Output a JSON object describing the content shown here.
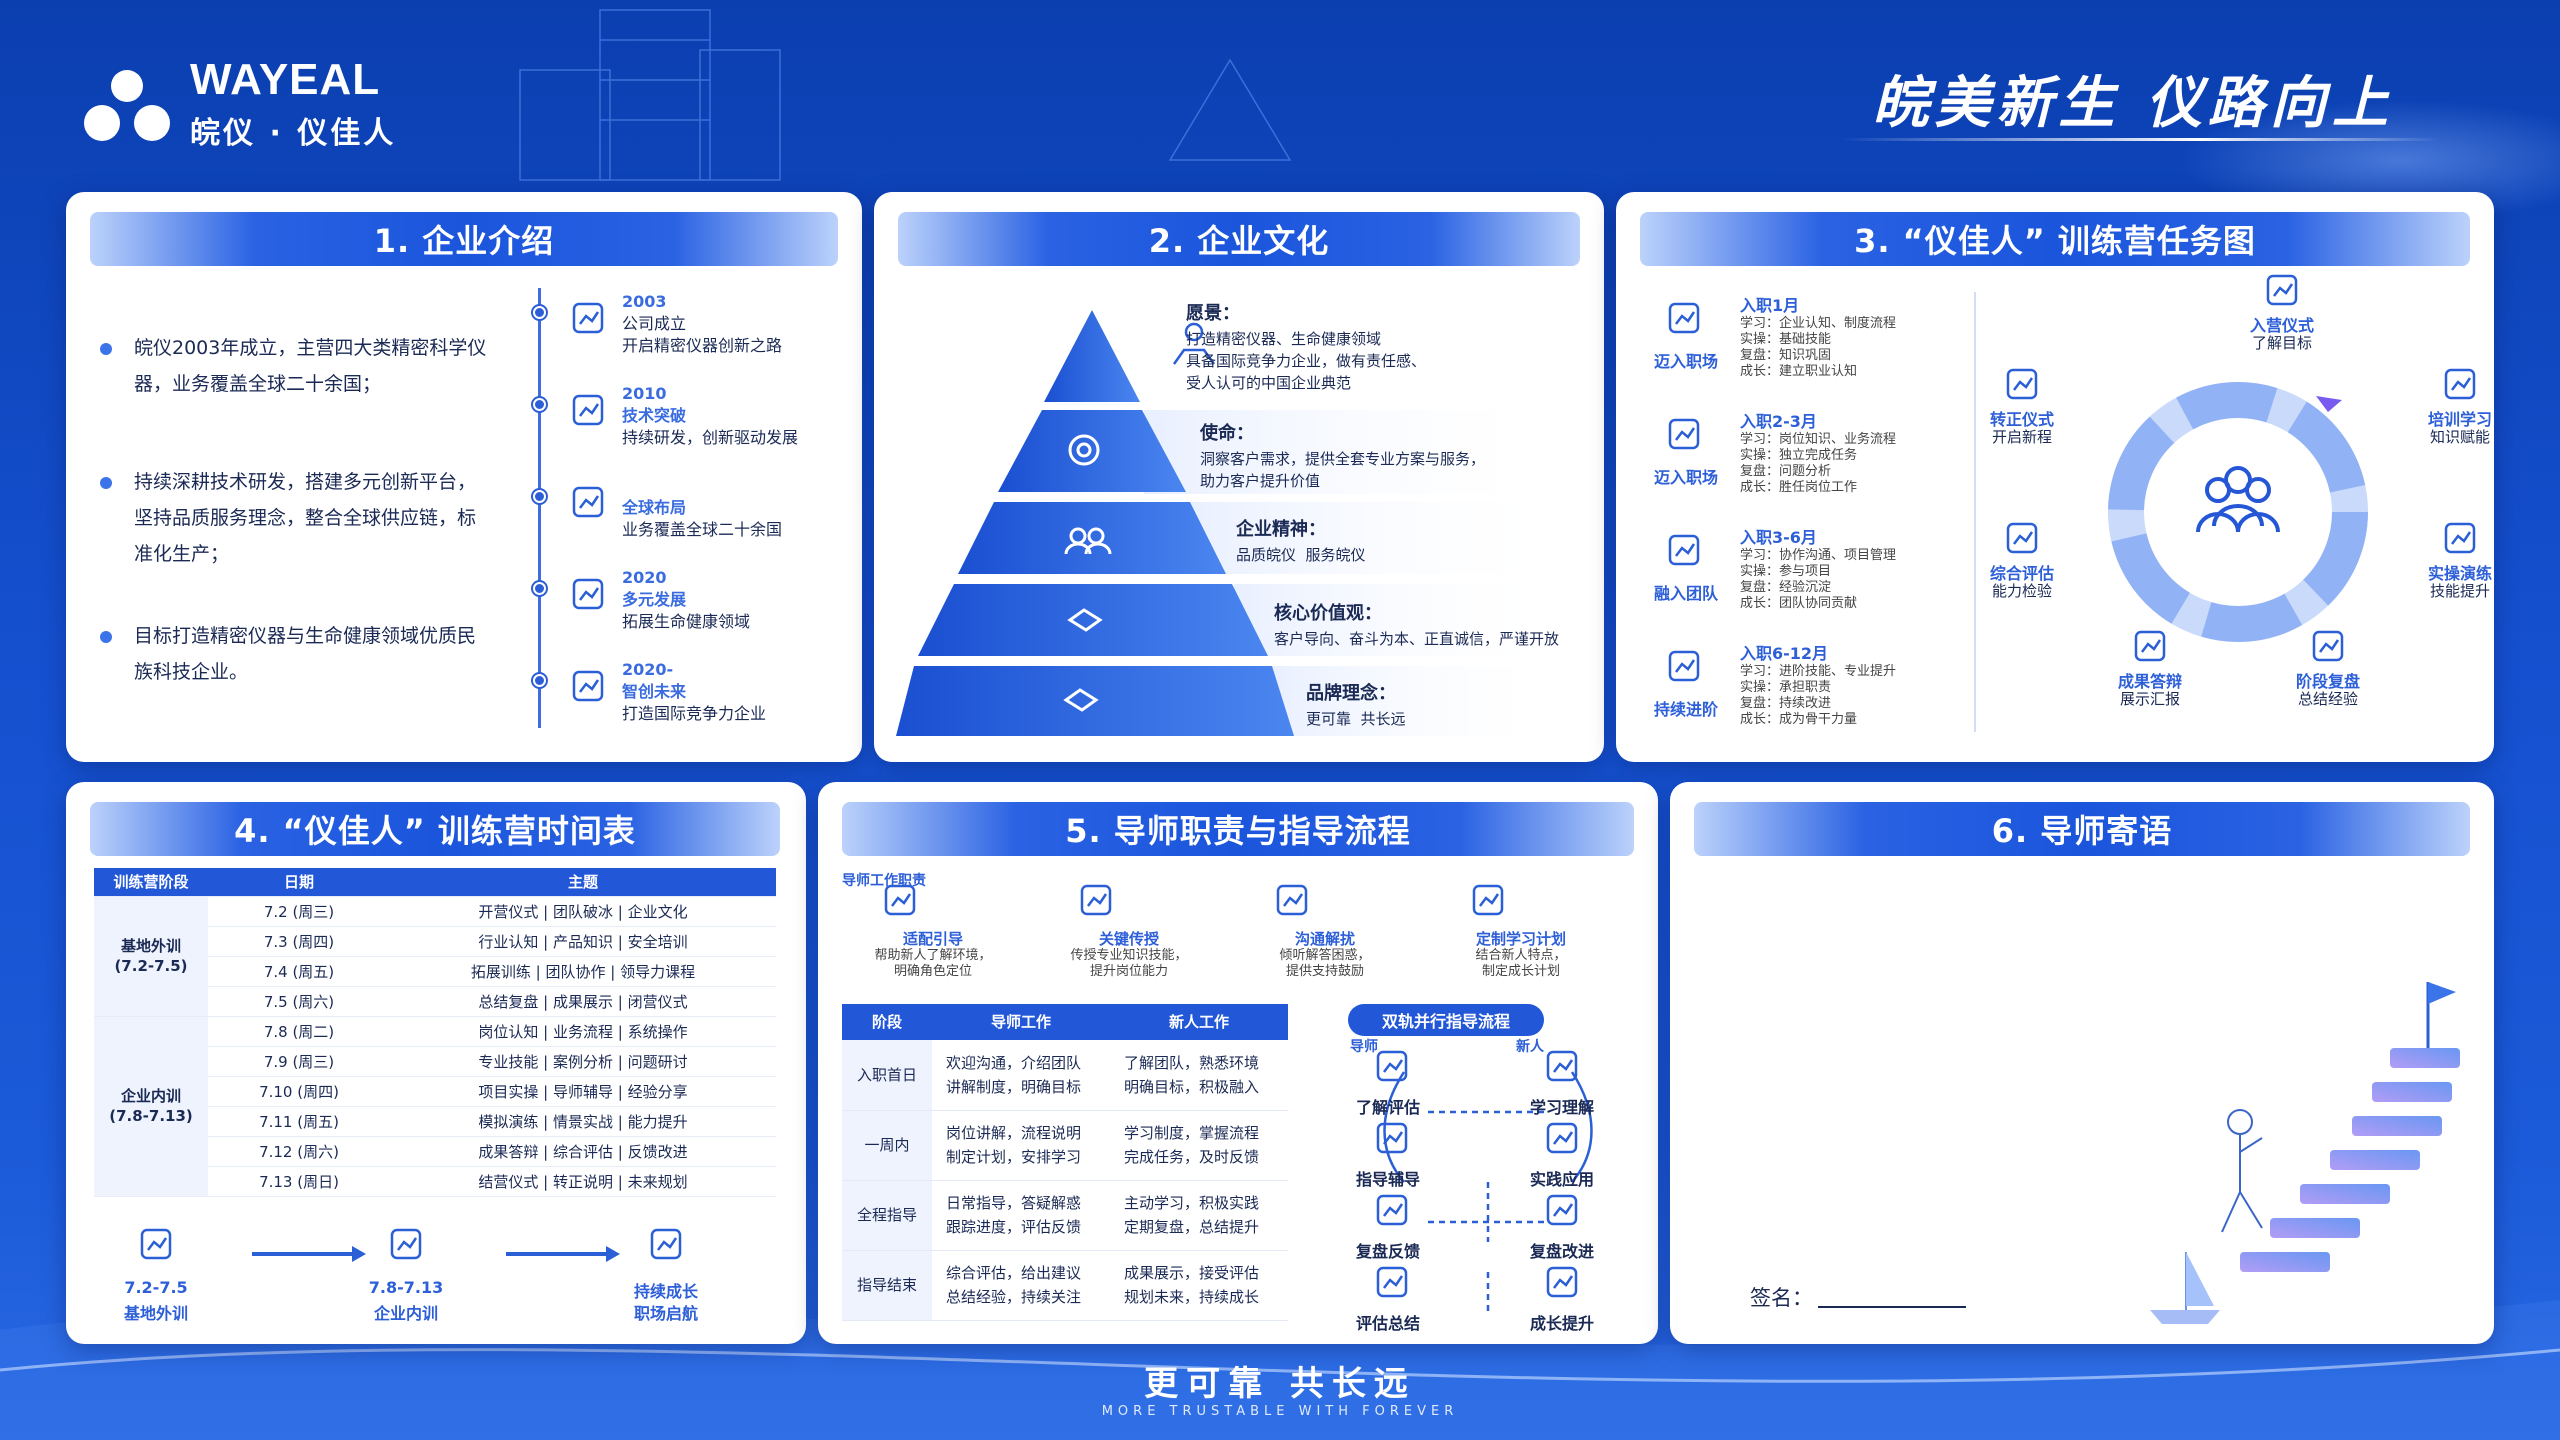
{
  "header": {
    "brand_en": "WAYEAL",
    "brand_cn": "皖仪 · 仪佳人",
    "slogan": "皖美新生  仪路向上"
  },
  "colors": {
    "primary": "#1a55dc",
    "accent": "#3b74e8",
    "bg": "#0b3fb0"
  },
  "p1": {
    "title": "1. 企业介绍",
    "bullets": [
      "皖仪2003年成立，主营四大类精密科学仪器，业务覆盖全球二十余国；",
      "持续深耕技术研发，搭建多元创新平台，坚持品质服务理念，整合全球供应链，标准化生产；",
      "目标打造精密仪器与生命健康领域优质民族科技企业。"
    ],
    "timeline": [
      {
        "year": "2003",
        "l1": "公司成立",
        "l2": "开启精密仪器创新之路",
        "icon": "building-icon"
      },
      {
        "year": "2010",
        "l1": "技术突破",
        "l2": "持续研发，创新驱动发展",
        "icon": "microscope-icon"
      },
      {
        "year": "",
        "l1": "全球布局",
        "l2": "业务覆盖全球二十余国",
        "icon": "globe-icon"
      },
      {
        "year": "2020",
        "l1": "多元发展",
        "l2": "拓展生命健康领域",
        "icon": "heart-icon"
      },
      {
        "year": "2020-",
        "l1": "智创未来",
        "l2": "打造国际竞争力企业",
        "icon": "growth-chart-icon"
      }
    ]
  },
  "p2": {
    "title": "2. 企业文化",
    "levels": [
      {
        "name": "愿景：",
        "text": "打造精密仪器、生命健康领域\n具备国际竞争力企业，做有责任感、\n受人认可的中国企业典范"
      },
      {
        "name": "使命：",
        "text": "洞察客户需求，提供全套专业方案与服务，\n助力客户提升价值"
      },
      {
        "name": "企业精神：",
        "text": "品质皖仪  服务皖仪"
      },
      {
        "name": "核心价值观：",
        "text": "客户导向、奋斗为本、正直诚信，严谨开放"
      },
      {
        "name": "品牌理念：",
        "text": "更可靠  共长远"
      }
    ]
  },
  "p3": {
    "title": "3. “仪佳人” 训练营任务图",
    "stages": [
      {
        "name": "迈入职场",
        "period": "入职1月",
        "items": [
          "学习：企业认知、制度流程",
          "实操：基础技能",
          "复盘：知识巩固",
          "成长：建立职业认知"
        ]
      },
      {
        "name": "迈入职场",
        "period": "入职2-3月",
        "items": [
          "学习：岗位知识、业务流程",
          "实操：独立完成任务",
          "复盘：问题分析",
          "成长：胜任岗位工作"
        ]
      },
      {
        "name": "融入团队",
        "period": "入职3-6月",
        "items": [
          "学习：协作沟通、项目管理",
          "实操：参与项目",
          "复盘：经验沉淀",
          "成长：团队协同贡献"
        ]
      },
      {
        "name": "持续进阶",
        "period": "入职6-12月",
        "items": [
          "学习：进阶技能、专业提升",
          "实操：承担职责",
          "复盘：持续改进",
          "成长：成为骨干力量"
        ]
      }
    ],
    "cycle": [
      {
        "a": "入营仪式",
        "b": "了解目标"
      },
      {
        "a": "培训学习",
        "b": "知识赋能"
      },
      {
        "a": "实操演练",
        "b": "技能提升"
      },
      {
        "a": "阶段复盘",
        "b": "总结经验"
      },
      {
        "a": "成果答辩",
        "b": "展示汇报"
      },
      {
        "a": "综合评估",
        "b": "能力检验"
      },
      {
        "a": "转正仪式",
        "b": "开启新程"
      }
    ]
  },
  "p4": {
    "title": "4. “仪佳人” 训练营时间表",
    "headers": [
      "训练营阶段",
      "日期",
      "主题"
    ],
    "phase1": "基地外训\n(7.2-7.5)",
    "phase2": "企业内训\n(7.8-7.13)",
    "rows": [
      [
        "7.2 (周三)",
        "开营仪式 | 团队破冰 | 企业文化"
      ],
      [
        "7.3 (周四)",
        "行业认知 | 产品知识 | 安全培训"
      ],
      [
        "7.4 (周五)",
        "拓展训练 | 团队协作 | 领导力课程"
      ],
      [
        "7.5 (周六)",
        "总结复盘 | 成果展示 | 闭营仪式"
      ],
      [
        "7.8 (周二)",
        "岗位认知 | 业务流程 | 系统操作"
      ],
      [
        "7.9 (周三)",
        "专业技能 | 案例分析 | 问题研讨"
      ],
      [
        "7.10 (周四)",
        "项目实操 | 导师辅导 | 经验分享"
      ],
      [
        "7.11 (周五)",
        "模拟演练 | 情景实战 | 能力提升"
      ],
      [
        "7.12 (周六)",
        "成果答辩 | 综合评估 | 反馈改进"
      ],
      [
        "7.13 (周日)",
        "结营仪式 | 转正说明 | 未来规划"
      ]
    ],
    "flow": [
      {
        "a": "7.2-7.5",
        "b": "基地外训"
      },
      {
        "a": "7.8-7.13",
        "b": "企业内训"
      },
      {
        "a": "持续成长",
        "b": "职场启航"
      }
    ]
  },
  "p5": {
    "title": "5. 导师职责与指导流程",
    "sub": "导师工作职责",
    "duties": [
      {
        "a": "适配引导",
        "b": "帮助新人了解环境，",
        "c": "明确角色定位"
      },
      {
        "a": "关键传授",
        "b": "传授专业知识技能，",
        "c": "提升岗位能力"
      },
      {
        "a": "沟通解扰",
        "b": "倾听解答困惑，",
        "c": "提供支持鼓励"
      },
      {
        "a": "定制学习计划",
        "b": "结合新人特点，",
        "c": "制定成长计划"
      }
    ],
    "headers": [
      "阶段",
      "导师工作",
      "新人工作"
    ],
    "rows": [
      [
        "入职首日",
        "欢迎沟通，介绍团队\n讲解制度，明确目标",
        "了解团队，熟悉环境\n明确目标，积极融入"
      ],
      [
        "一周内",
        "岗位讲解，流程说明\n制定计划，安排学习",
        "学习制度，掌握流程\n完成任务，及时反馈"
      ],
      [
        "全程指导",
        "日常指导，答疑解惑\n跟踪进度，评估反馈",
        "主动学习，积极实践\n定期复盘，总结提升"
      ],
      [
        "指导结束",
        "综合评估，给出建议\n总结经验，持续关注",
        "成果展示，接受评估\n规划未来，持续成长"
      ]
    ],
    "dual_title": "双轨并行指导流程",
    "left_col": "导师",
    "right_col": "新人",
    "left": [
      "了解评估",
      "指导辅导",
      "复盘反馈",
      "评估总结"
    ],
    "right": [
      "学习理解",
      "实践应用",
      "复盘改进",
      "成长提升"
    ]
  },
  "p6": {
    "title": "6. 导师寄语",
    "sign": "签名："
  },
  "footer": {
    "cn": "更可靠   共长远",
    "en": "MORE TRUSTABLE WITH FOREVER"
  }
}
